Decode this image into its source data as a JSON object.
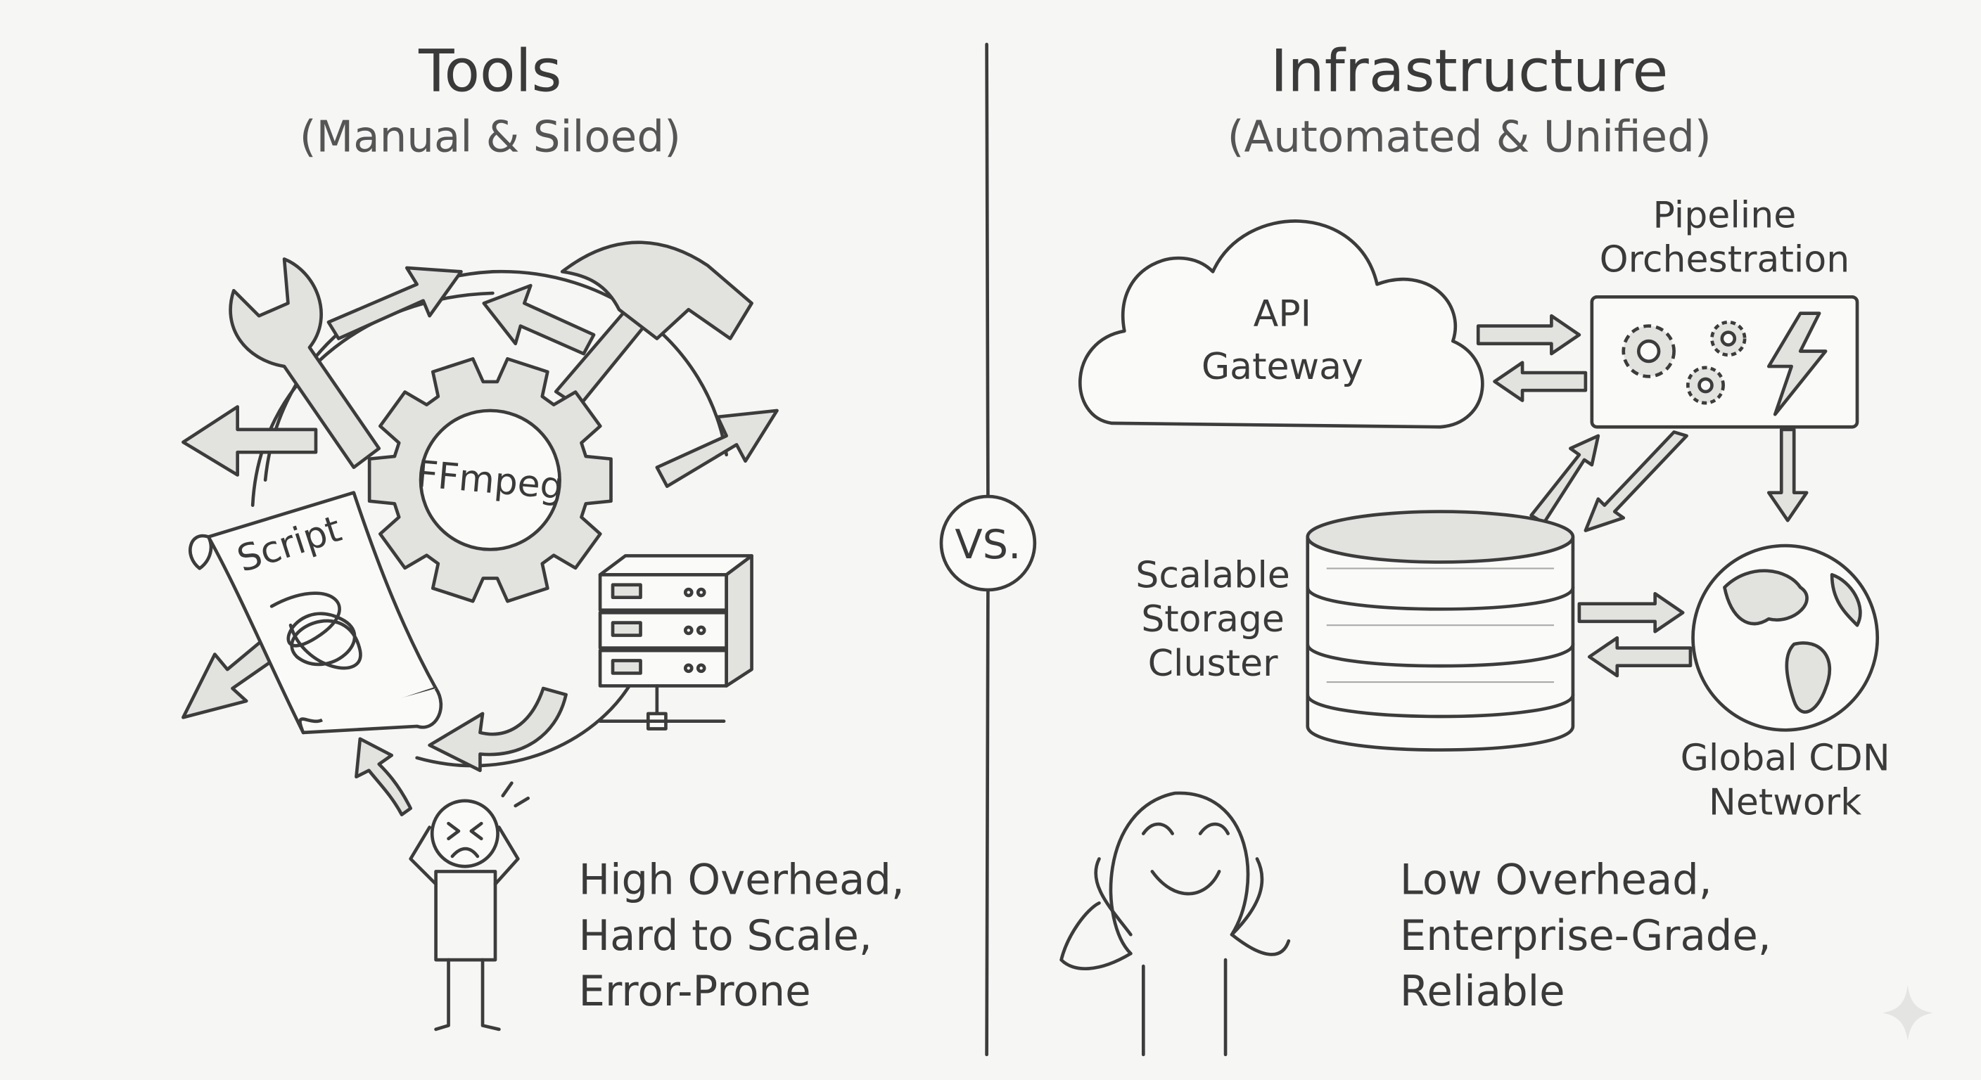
{
  "left": {
    "title": "Tools",
    "subtitle": "(Manual & Siloed)",
    "gear_label": "FFmpeg",
    "script_label": "Script",
    "notes": [
      "High Overhead,",
      "Hard to Scale,",
      "Error-Prone"
    ]
  },
  "divider": {
    "vs_label": "VS."
  },
  "right": {
    "title": "Infrastructure",
    "subtitle": "(Automated & Unified)",
    "api": [
      "API",
      "Gateway"
    ],
    "pipeline": [
      "Pipeline",
      "Orchestration"
    ],
    "storage": [
      "Scalable",
      "Storage",
      "Cluster"
    ],
    "cdn": [
      "Global CDN",
      "Network"
    ],
    "notes": [
      "Low Overhead,",
      "Enterprise-Grade,",
      "Reliable"
    ]
  }
}
